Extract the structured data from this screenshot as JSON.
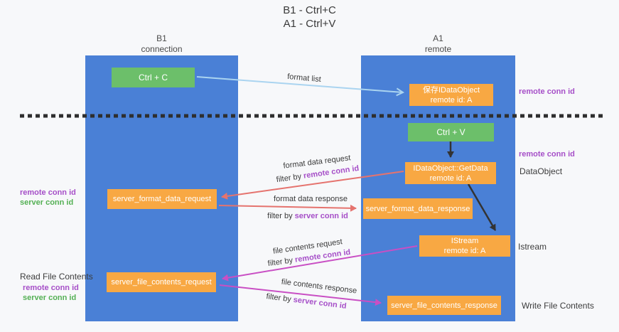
{
  "title": {
    "line1": "B1 - Ctrl+C",
    "line2": "A1 - Ctrl+V"
  },
  "lanes": {
    "left": {
      "name": "B1",
      "role": "connection"
    },
    "right": {
      "name": "A1",
      "role": "remote"
    }
  },
  "boxes": {
    "ctrl_c": {
      "label": "Ctrl + C"
    },
    "ctrl_v": {
      "label": "Ctrl + V"
    },
    "save_idataobject": {
      "line1": "保存IDataObject",
      "line2": "remote id: A"
    },
    "getdata": {
      "line1": "IDataObject::GetData",
      "line2": "remote id: A"
    },
    "istream": {
      "line1": "IStream",
      "line2": "remote id: A"
    },
    "format_request": {
      "label": "server_format_data_request"
    },
    "format_response": {
      "label": "server_format_data_response"
    },
    "file_request": {
      "label": "server_file_contents_request"
    },
    "file_response": {
      "label": "server_file_contents_response"
    }
  },
  "side_labels": {
    "right_remote_conn_id_1": "remote conn id",
    "right_remote_conn_id_2": "remote conn id",
    "dataobject": "DataObject",
    "istream": "Istream",
    "write_file_contents": "Write File Contents",
    "read_file_contents": "Read File Contents",
    "left_remote_conn_id_1": "remote conn id",
    "left_server_conn_id_1": "server conn id",
    "left_remote_conn_id_2": "remote conn id",
    "left_server_conn_id_2": "server conn id"
  },
  "arrows": {
    "format_list": {
      "label": "format list"
    },
    "format_data_request": {
      "label": "format data request",
      "filter_prefix": "filter by",
      "filter_key": "remote conn id"
    },
    "format_data_response": {
      "label": "format data response",
      "filter_prefix": "filter by",
      "filter_key": "server conn id"
    },
    "file_contents_request": {
      "label": "file contents request",
      "filter_prefix": "filter by",
      "filter_key": "remote conn id"
    },
    "file_contents_response": {
      "label": "file contents response",
      "filter_prefix": "filter by",
      "filter_key": "server conn id"
    }
  },
  "colors": {
    "lane_blue": "#4a80d6",
    "box_orange": "#f8a843",
    "box_green": "#6cbf6a",
    "arrow_light_blue": "#aad4f0",
    "arrow_salmon": "#e5736e",
    "arrow_magenta": "#c94fc4",
    "arrow_black": "#333333",
    "text_purple": "#a64fc8",
    "text_green": "#54b054",
    "text_dark": "#3a3a3a",
    "background": "#f7f8fa"
  }
}
